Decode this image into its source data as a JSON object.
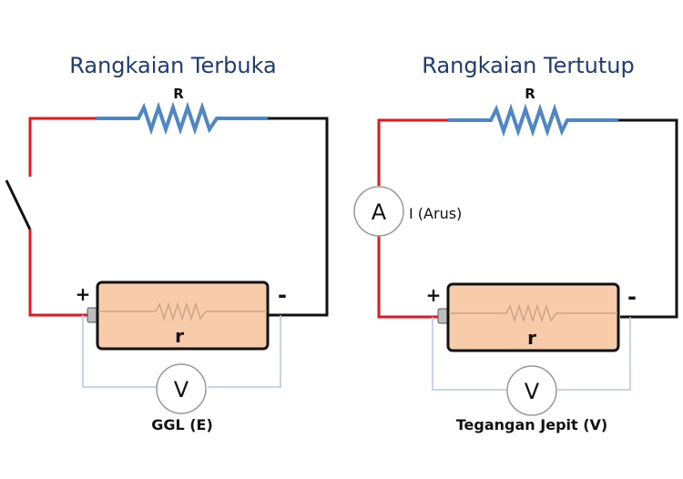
{
  "colors": {
    "title": "#1f3c74",
    "positive_wire": "#e8151b",
    "negative_wire": "#111111",
    "resistor": "#4f87c6",
    "battery_fill": "#f8cbaa",
    "voltmeter_wire": "#b4c7e7"
  },
  "open_circuit": {
    "title": "Rangkaian Terbuka",
    "resistor_label": "R",
    "switch_state": "open",
    "plus_label": "+",
    "minus_label": "-",
    "internal_resistance_label": "r",
    "voltmeter_symbol": "V",
    "voltmeter_caption": "GGL (E)"
  },
  "closed_circuit": {
    "title": "Rangkaian Tertutup",
    "resistor_label": "R",
    "ammeter_symbol": "A",
    "ammeter_caption": "I (Arus)",
    "plus_label": "+",
    "minus_label": "-",
    "internal_resistance_label": "r",
    "voltmeter_symbol": "V",
    "voltmeter_caption": "Tegangan Jepit (V)"
  }
}
